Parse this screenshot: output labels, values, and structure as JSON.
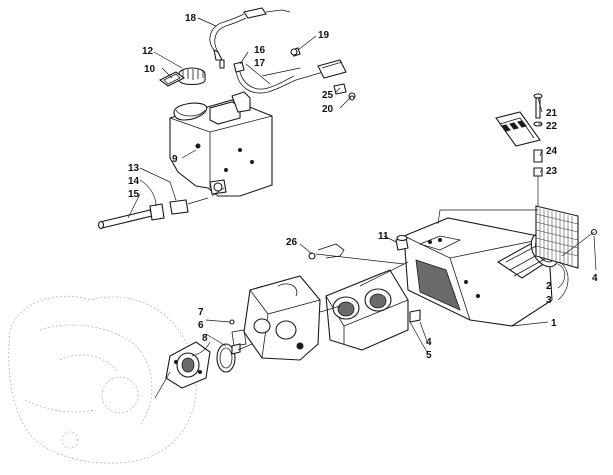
{
  "callouts": {
    "c1": "1",
    "c2": "2",
    "c3": "3",
    "c4a": "4",
    "c4b": "4",
    "c5": "5",
    "c6": "6",
    "c7": "7",
    "c8": "8",
    "c9": "9",
    "c10": "10",
    "c11": "11",
    "c12": "12",
    "c13": "13",
    "c14": "14",
    "c15": "15",
    "c16": "16",
    "c17": "17",
    "c18": "18",
    "c19": "19",
    "c20": "20",
    "c21": "21",
    "c22": "22",
    "c23": "23",
    "c24": "24",
    "c25": "25",
    "c26": "26"
  },
  "colors": {
    "ink": "#1a1a1a",
    "paper": "#ffffff",
    "ghost": "#bdbdbd"
  }
}
